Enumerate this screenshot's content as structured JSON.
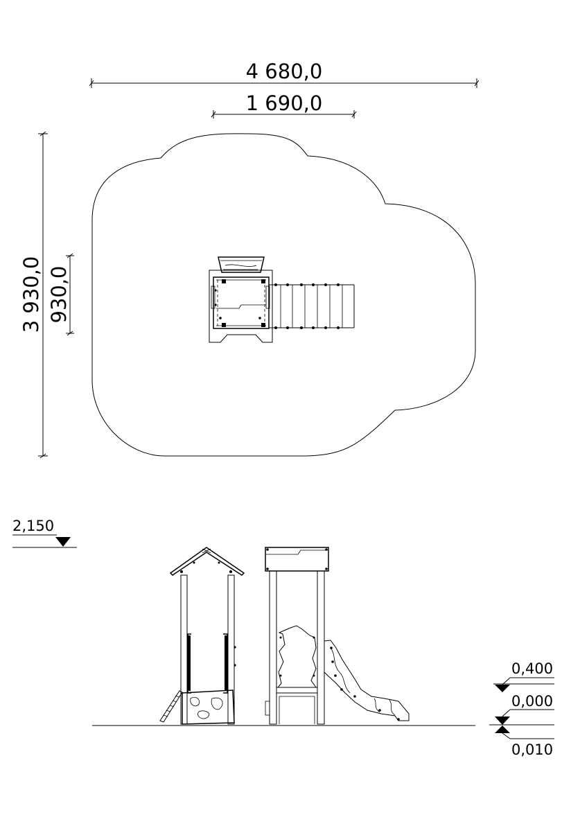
{
  "plan": {
    "dim_total_width": "4 680,0",
    "dim_equipment_width": "1 690,0",
    "dim_total_depth": "3 930,0",
    "dim_equipment_depth": "930,0"
  },
  "elevation": {
    "level_top": "2,150",
    "level_platform": "0,400",
    "level_ground": "0,000",
    "level_surface": "0,010"
  }
}
